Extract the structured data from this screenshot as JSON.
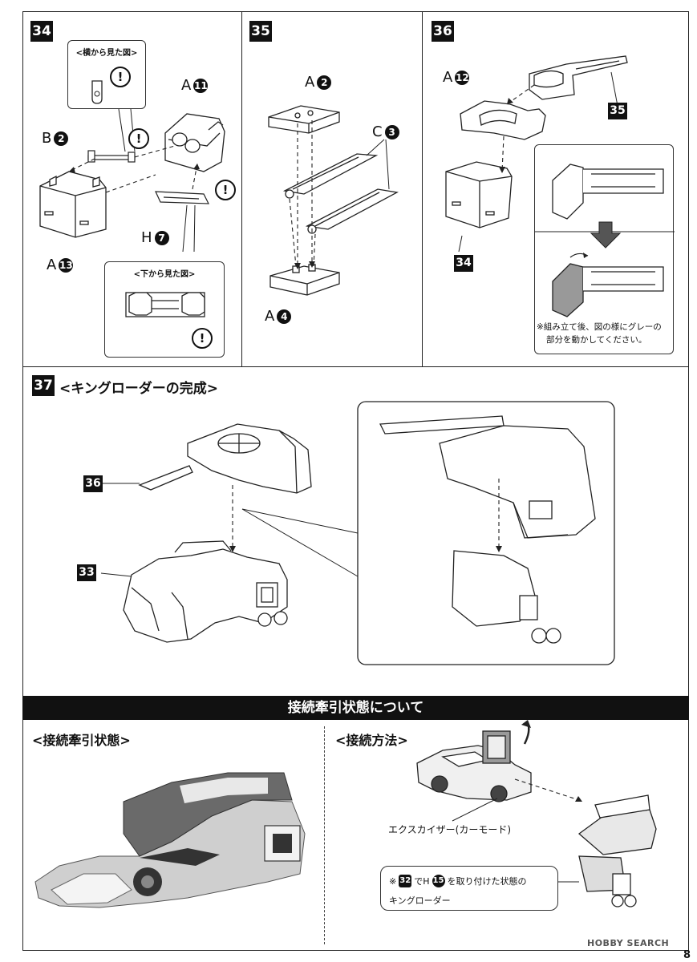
{
  "steps": {
    "s34": {
      "number": "34",
      "callout_side": "<横から見た図>",
      "callout_bottom": "<下から見た図>",
      "labels": {
        "a11_letter": "A",
        "a11_num": "11",
        "b2_letter": "B",
        "b2_num": "2",
        "h7_letter": "H",
        "h7_num": "7",
        "a13_letter": "A",
        "a13_num": "13"
      },
      "warning_mark": "!"
    },
    "s35": {
      "number": "35",
      "labels": {
        "a2_letter": "A",
        "a2_num": "2",
        "c3_letter": "C",
        "c3_num": "3",
        "a4_letter": "A",
        "a4_num": "4"
      }
    },
    "s36": {
      "number": "36",
      "labels": {
        "a12_letter": "A",
        "a12_num": "12"
      },
      "ref35": "35",
      "ref34": "34",
      "note_line1": "※組み立て後、図の様にグレーの",
      "note_line2": "部分を動かしてください。"
    },
    "s37": {
      "number": "37",
      "title": "<キングローダーの完成>",
      "ref36": "36",
      "ref33": "33"
    }
  },
  "connection": {
    "banner": "接続牽引状態について",
    "left_heading": "<接続牽引状態>",
    "right_heading": "<接続方法>",
    "car_label": "エクスカイザー(カーモード)",
    "note_mark": "※",
    "note_ref": "32",
    "note_mid": "でH",
    "note_num": "15",
    "note_tail": "を取り付けた状態の",
    "note_line2": "キングローダー"
  },
  "footer": {
    "watermark": "HOBBY SEARCH",
    "page_number": "8"
  }
}
